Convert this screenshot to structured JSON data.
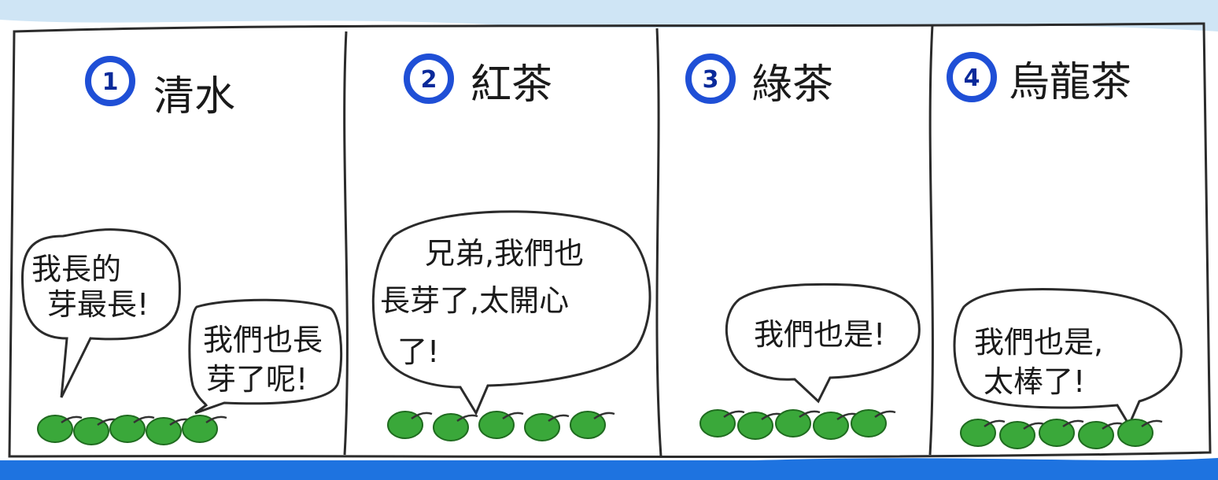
{
  "panels": [
    {
      "number": "1",
      "title": "清水",
      "bubbles": [
        {
          "lines": [
            "我長的",
            "芽最長!"
          ]
        },
        {
          "lines": [
            "我們也長",
            "芽了呢!"
          ]
        }
      ],
      "beans": 5
    },
    {
      "number": "2",
      "title": "紅茶",
      "bubbles": [
        {
          "lines": [
            "兄弟,我們也",
            "長芽了,太開心",
            "了!"
          ]
        }
      ],
      "beans": 5
    },
    {
      "number": "3",
      "title": "綠茶",
      "bubbles": [
        {
          "lines": [
            "我們也是!"
          ]
        }
      ],
      "beans": 5
    },
    {
      "number": "4",
      "title": "烏龍茶",
      "bubbles": [
        {
          "lines": [
            "我們也是,",
            "太棒了!"
          ]
        }
      ],
      "beans": 5
    }
  ],
  "colors": {
    "frame": "#2b2b2b",
    "sky_wash": "#b9d9ef",
    "number_ring": "#1f4fd6",
    "number_fill": "#ffffff",
    "bean": "#3aa83a",
    "bean_dark": "#1f6b1f",
    "ground": "#1e73e0"
  }
}
